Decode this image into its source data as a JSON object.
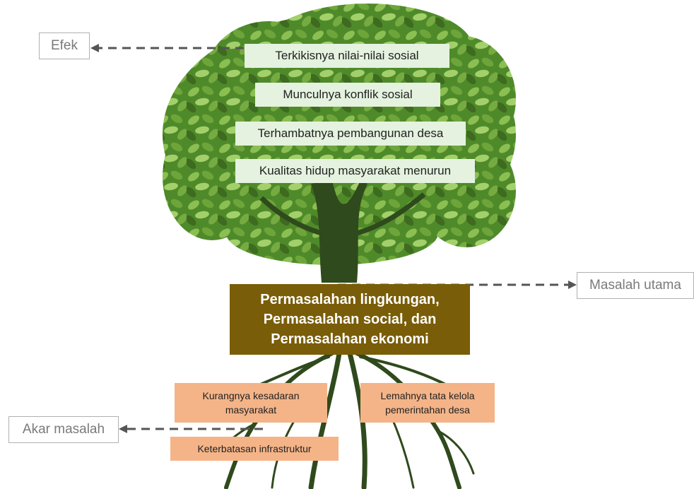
{
  "labels": {
    "effect": "Efek",
    "main_problem": "Masalah utama",
    "root_cause": "Akar masalah"
  },
  "effects": [
    "Terkikisnya nilai-nilai sosial",
    "Munculnya konflik sosial",
    "Terhambatnya pembangunan desa",
    "Kualitas hidup masyarakat menurun"
  ],
  "main_problem": {
    "line1": "Permasalahan lingkungan,",
    "line2": "Permasalahan social, dan",
    "line3": "Permasalahan ekonomi"
  },
  "roots": {
    "left_line1": "Kurangnya kesadaran",
    "left_line2": "masyarakat",
    "right_line1": "Lemahnya tata kelola",
    "right_line2": "pemerintahan desa",
    "bottom": "Keterbatasan infrastruktur"
  },
  "colors": {
    "leaf_dark": "#3e6b1f",
    "leaf_mid": "#5b8f2e",
    "leaf_light": "#8cbf52",
    "trunk": "#2f4a1c",
    "effect_box": "#e4f2df",
    "main_box": "#7a5d08",
    "root_box": "#f4b488",
    "arrow": "#555555"
  }
}
